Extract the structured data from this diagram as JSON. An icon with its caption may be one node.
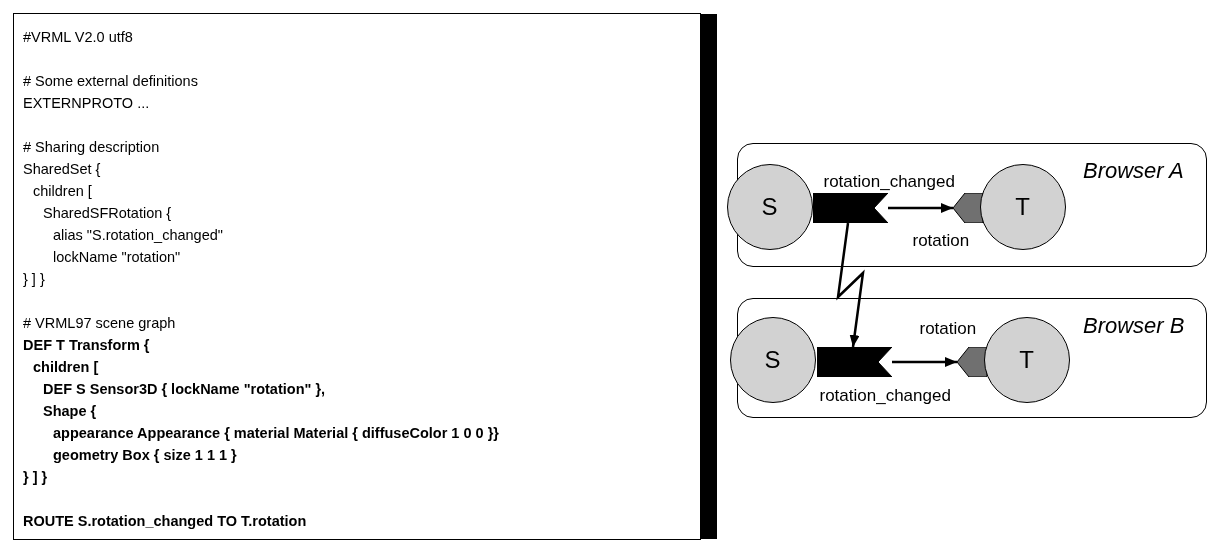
{
  "diagram": {
    "nodes": [
      {
        "text": [
          "#VRML V2.0 utf8",
          "# Some external definitions",
          "EXTERNPROTO ...",
          "# Sharing description",
          "SharedSet {",
          "children [",
          "SharedSFRotation {",
          "alias \"S.rotation_changed\"",
          "lockName \"rotation\"",
          "} ] }",
          "# VRML97 scene graph",
          "DEF T Transform {",
          "children [",
          "DEF S Sensor3D { lockName \"rotation\" },",
          "Shape {",
          "appearance Appearance { material Material { diffuseColor 1 0 0 }}",
          "geometry Box { size 1 1 1 }",
          "} ] }",
          "ROUTE S.rotation_changed TO T.rotation"
        ]
      },
      {
        "text": [
          "Browser A"
        ]
      },
      {
        "text": [
          "S"
        ],
        "in": 1
      },
      {
        "text": [],
        "shape": "flag",
        "in": 1,
        "beside": [
          "rotation_changed"
        ]
      },
      {
        "text": [],
        "shape": "pentagon",
        "in": 1,
        "beside": [
          "rotation"
        ]
      },
      {
        "text": [
          "T"
        ],
        "in": 1
      },
      {
        "text": [
          "Browser B"
        ]
      },
      {
        "text": [
          "S"
        ],
        "in": 6
      },
      {
        "text": [],
        "shape": "flag",
        "in": 6,
        "beside": [
          "rotation_changed"
        ]
      },
      {
        "text": [],
        "shape": "pentagon",
        "in": 6,
        "beside": [
          "rotation"
        ]
      },
      {
        "text": [
          "T"
        ],
        "in": 6
      }
    ],
    "edges": [
      {
        "from": 3,
        "to": 4,
        "arrow": "to"
      },
      {
        "from": 3,
        "to": 8,
        "arrow": "to"
      },
      {
        "from": 8,
        "to": 9,
        "arrow": "to"
      }
    ]
  }
}
